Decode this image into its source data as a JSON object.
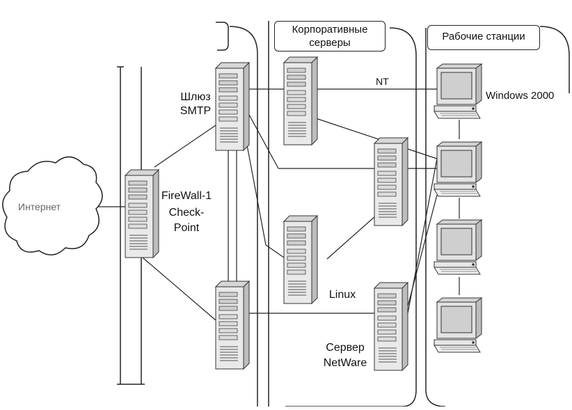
{
  "zones": {
    "corporate_servers": "Корпоративные серверы",
    "workstations": "Рабочие станции"
  },
  "nodes": {
    "internet": "Интернет",
    "smtp_gateway_line1": "Шлюз",
    "smtp_gateway_line2": "SMTP",
    "firewall_line1": "FireWall-1",
    "firewall_line2": "Check-",
    "firewall_line3": "Point",
    "server_nt_fragment": "NT",
    "server_linux_fragment": "Linux",
    "server_netware_line1": "Сервер",
    "server_netware_line2": "NetWare",
    "ws_windows_fragment": "Windows 2000"
  },
  "colors": {
    "line": "#222222",
    "server_body": "#e9e9e9",
    "server_shade": "#bdbdbd",
    "monitor_screen": "#cfcfcf"
  },
  "icons": [
    "server-icon",
    "monitor-icon",
    "cloud-icon"
  ]
}
